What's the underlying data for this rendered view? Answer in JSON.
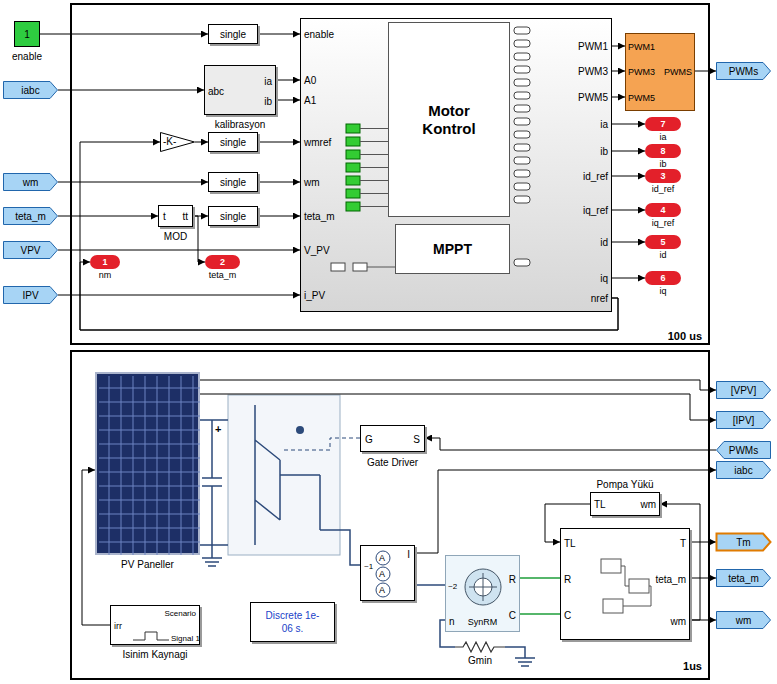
{
  "diagram": {
    "nodes": [
      {
        "text": [
          "100 us"
        ]
      },
      {
        "text": [
          "1",
          "enable"
        ]
      },
      {
        "text": [
          "single"
        ],
        "in": 0
      },
      {
        "text": [
          "abc",
          "ia",
          "ib",
          "kalibrasyon"
        ],
        "in": 0
      },
      {
        "text": [
          "-K-"
        ],
        "in": 0
      },
      {
        "text": [
          "single"
        ],
        "in": 0
      },
      {
        "text": [
          "single"
        ],
        "in": 0
      },
      {
        "text": [
          "t",
          "tt",
          "MOD"
        ],
        "in": 0
      },
      {
        "text": [
          "single"
        ],
        "in": 0
      },
      {
        "text": [
          "enable",
          "A0",
          "A1",
          "wmref",
          "wm",
          "teta_m",
          "V_PV",
          "i_PV",
          "PWM1",
          "PWM3",
          "PWM5",
          "ia",
          "ib",
          "id_ref",
          "iq_ref",
          "id",
          "iq",
          "nref"
        ],
        "in": 0
      },
      {
        "text": [
          "Motor Kontrol"
        ],
        "in": 9
      },
      {
        "text": [
          "MPPT"
        ],
        "in": 9
      },
      {
        "text": [
          "PWM1",
          "PWM3",
          "PWM5",
          "PWMS"
        ],
        "in": 0
      },
      {
        "text": [
          "iabc"
        ]
      },
      {
        "text": [
          "wm"
        ]
      },
      {
        "text": [
          "teta_m"
        ]
      },
      {
        "text": [
          "VPV"
        ]
      },
      {
        "text": [
          "IPV"
        ]
      },
      {
        "text": [
          "PWMs"
        ]
      },
      {
        "text": [
          "1",
          "nm"
        ],
        "in": 0
      },
      {
        "text": [
          "2",
          "teta_m"
        ],
        "in": 0
      },
      {
        "text": [
          "7",
          "ia"
        ],
        "in": 0
      },
      {
        "text": [
          "8",
          "ib"
        ],
        "in": 0
      },
      {
        "text": [
          "3",
          "id_ref"
        ],
        "in": 0
      },
      {
        "text": [
          "4",
          "iq_ref"
        ],
        "in": 0
      },
      {
        "text": [
          "5",
          "id"
        ],
        "in": 0
      },
      {
        "text": [
          "6",
          "iq"
        ],
        "in": 0
      },
      {
        "text": [
          "1us"
        ]
      },
      {
        "text": [
          "PV Paneller"
        ],
        "in": 27
      },
      {
        "text": [
          "G",
          "S",
          "Gate Driver"
        ],
        "in": 27
      },
      {
        "text": [
          "A",
          "A",
          "A",
          "I",
          "~1"
        ],
        "in": 27
      },
      {
        "text": [
          "~2",
          "R",
          "C",
          "n",
          "SynRM"
        ],
        "in": 27
      },
      {
        "text": [
          "Gmin"
        ],
        "in": 27
      },
      {
        "text": [
          "Discrete 1e-06 s."
        ],
        "in": 27
      },
      {
        "text": [
          "Scenario",
          "irr",
          "Signal 1",
          "Isinim Kaynagi"
        ],
        "in": 27
      },
      {
        "text": [
          "Pompa Yükü",
          "TL",
          "wm"
        ],
        "in": 27
      },
      {
        "text": [
          "TL",
          "R",
          "C",
          "T",
          "teta_m",
          "wm"
        ],
        "in": 27
      },
      {
        "text": [
          "[VPV]"
        ]
      },
      {
        "text": [
          "[IPV]"
        ]
      },
      {
        "text": [
          "PWMs"
        ]
      },
      {
        "text": [
          "iabc"
        ]
      },
      {
        "text": [
          "Tm"
        ]
      },
      {
        "text": [
          "teta_m"
        ]
      },
      {
        "text": [
          "wm"
        ]
      }
    ],
    "edges": [
      {
        "from": 1,
        "to": 2,
        "arrow": "to"
      },
      {
        "from": 2,
        "to": 9,
        "arrow": "to"
      },
      {
        "from": 13,
        "to": 3,
        "arrow": "to"
      },
      {
        "from": 3,
        "to": 9,
        "arrow": "to"
      },
      {
        "from": 3,
        "to": 9,
        "arrow": "to"
      },
      {
        "from": 4,
        "to": 5,
        "arrow": "to"
      },
      {
        "from": 5,
        "to": 9,
        "arrow": "to"
      },
      {
        "from": 14,
        "to": 6,
        "arrow": "to"
      },
      {
        "from": 6,
        "to": 9,
        "arrow": "to"
      },
      {
        "from": 15,
        "to": 7,
        "arrow": "to"
      },
      {
        "from": 7,
        "to": 8,
        "arrow": "to"
      },
      {
        "from": 8,
        "to": 9,
        "arrow": "to"
      },
      {
        "from": 7,
        "to": 20,
        "arrow": "to"
      },
      {
        "from": 16,
        "to": 9,
        "arrow": "to"
      },
      {
        "from": 17,
        "to": 9,
        "arrow": "to"
      },
      {
        "from": 9,
        "to": 12,
        "arrow": "to"
      },
      {
        "from": 9,
        "to": 12,
        "arrow": "to"
      },
      {
        "from": 9,
        "to": 12,
        "arrow": "to"
      },
      {
        "from": 12,
        "to": 18,
        "arrow": "to"
      },
      {
        "from": 9,
        "to": 21,
        "arrow": "to"
      },
      {
        "from": 9,
        "to": 22,
        "arrow": "to"
      },
      {
        "from": 9,
        "to": 23,
        "arrow": "to"
      },
      {
        "from": 9,
        "to": 24,
        "arrow": "to"
      },
      {
        "from": 9,
        "to": 25,
        "arrow": "to"
      },
      {
        "from": 9,
        "to": 26,
        "arrow": "to"
      },
      {
        "from": 9,
        "to": 4,
        "arrow": "to"
      },
      {
        "from": 9,
        "to": 19,
        "arrow": "to"
      },
      {
        "from": 34,
        "to": 28,
        "arrow": "to"
      },
      {
        "from": 28,
        "to": 37,
        "arrow": "to"
      },
      {
        "from": 28,
        "to": 38,
        "arrow": "to"
      },
      {
        "from": 39,
        "to": 29,
        "arrow": "to"
      },
      {
        "from": 30,
        "to": 40,
        "arrow": "to"
      },
      {
        "from": 30,
        "to": 31,
        "arrow": "none"
      },
      {
        "from": 32,
        "to": 31,
        "arrow": "none"
      },
      {
        "from": 31,
        "to": 36,
        "arrow": "none"
      },
      {
        "from": 31,
        "to": 36,
        "arrow": "none"
      },
      {
        "from": 35,
        "to": 36,
        "arrow": "to"
      },
      {
        "from": 36,
        "to": 35,
        "arrow": "to"
      },
      {
        "from": 36,
        "to": 41,
        "arrow": "to"
      },
      {
        "from": 36,
        "to": 42,
        "arrow": "to"
      },
      {
        "from": 36,
        "to": 43,
        "arrow": "to"
      }
    ],
    "labels": [
      "+"
    ]
  }
}
